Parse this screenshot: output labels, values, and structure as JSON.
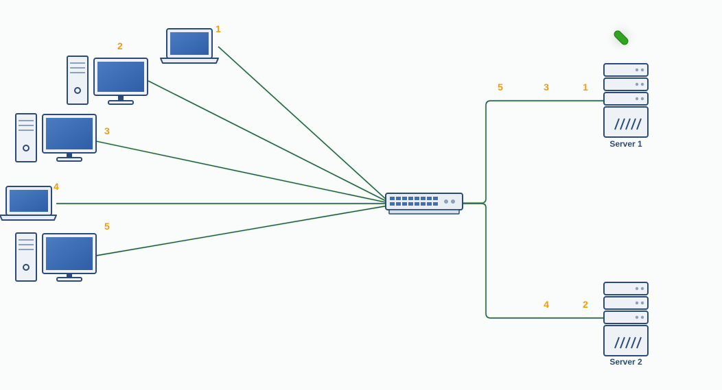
{
  "clients": [
    {
      "id": "client-1",
      "kind": "laptop",
      "label": "1"
    },
    {
      "id": "client-2",
      "kind": "desktop",
      "label": "2"
    },
    {
      "id": "client-3",
      "kind": "desktop",
      "label": "3"
    },
    {
      "id": "client-4",
      "kind": "laptop",
      "label": "4"
    },
    {
      "id": "client-5",
      "kind": "desktop",
      "label": "5"
    }
  ],
  "switch": {
    "icon": "network-switch-icon"
  },
  "servers": [
    {
      "id": "server-1",
      "name": "Server 1",
      "incoming": [
        "5",
        "3",
        "1"
      ]
    },
    {
      "id": "server-2",
      "name": "Server 2",
      "incoming": [
        "4",
        "2"
      ]
    }
  ],
  "indicator": {
    "icon": "green-status-capsule-icon",
    "color": "#2fa51f"
  },
  "colors": {
    "device_fill": "#3f6fb5",
    "device_outline": "#2b4a7a",
    "wire": "#1e4d63",
    "wire_glow": "#b8f08a",
    "number_label": "#f29b0b"
  }
}
